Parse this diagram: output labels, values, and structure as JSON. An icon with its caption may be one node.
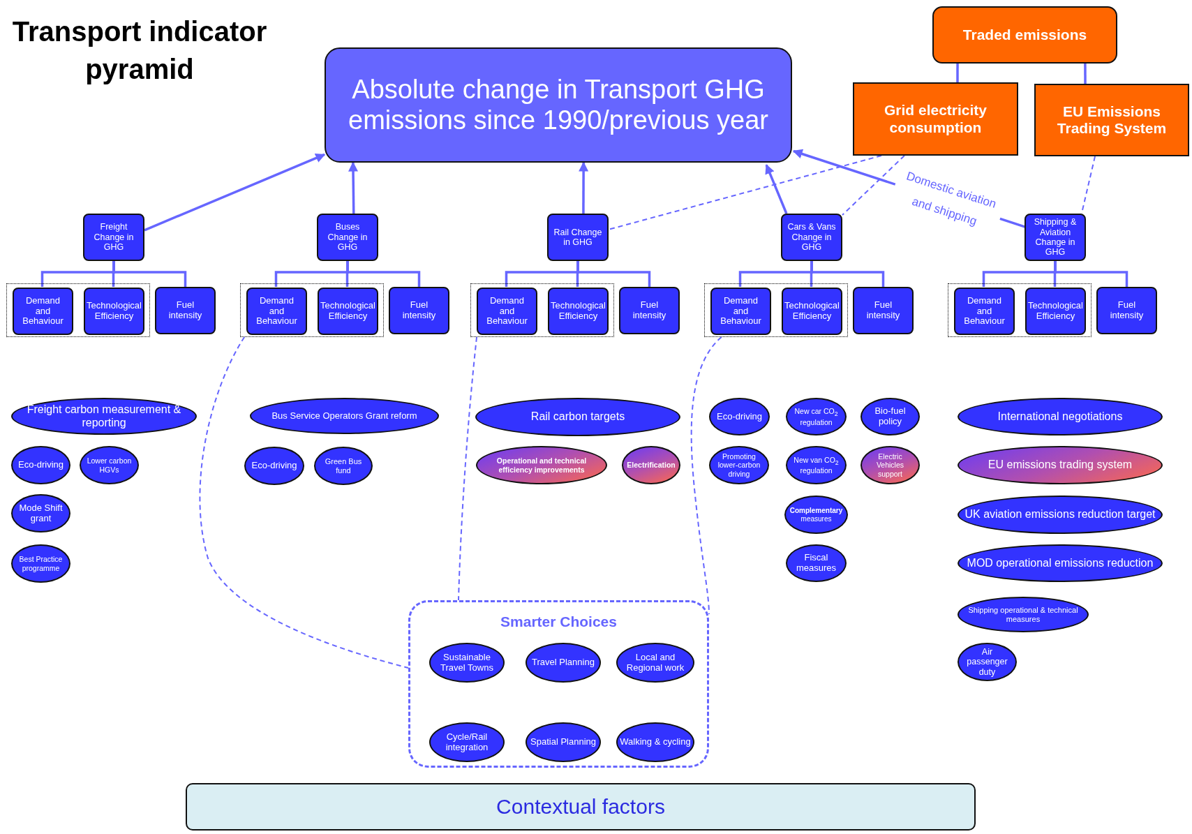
{
  "diagram": {
    "title": "Transport indicator pyramid",
    "nodes": [
      {
        "text": [
          "Absolute change in Transport GHG emissions since 1990/previous year"
        ]
      },
      {
        "text": [
          "Traded emissions"
        ]
      },
      {
        "text": [
          "Grid electricity consumption"
        ]
      },
      {
        "text": [
          "EU Emissions Trading System"
        ]
      },
      {
        "text": [
          "Freight Change in GHG"
        ]
      },
      {
        "text": [
          "Buses Change in GHG"
        ]
      },
      {
        "text": [
          "Rail Change in GHG"
        ]
      },
      {
        "text": [
          "Cars & Vans Change in GHG"
        ]
      },
      {
        "text": [
          "Shipping & Aviation Change in GHG"
        ]
      },
      {
        "text": [],
        "shape": "box"
      },
      {
        "text": [
          "Demand and Behaviour"
        ],
        "in": 9
      },
      {
        "text": [
          "Technological Efficiency"
        ],
        "in": 9
      },
      {
        "text": [
          "Fuel intensity"
        ]
      },
      {
        "text": [],
        "shape": "box"
      },
      {
        "text": [
          "Demand and Behaviour"
        ],
        "in": 13
      },
      {
        "text": [
          "Technological Efficiency"
        ],
        "in": 13
      },
      {
        "text": [
          "Fuel intensity"
        ]
      },
      {
        "text": [],
        "shape": "box"
      },
      {
        "text": [
          "Demand and Behaviour"
        ],
        "in": 17
      },
      {
        "text": [
          "Technological Efficiency"
        ],
        "in": 17
      },
      {
        "text": [
          "Fuel intensity"
        ]
      },
      {
        "text": [],
        "shape": "box"
      },
      {
        "text": [
          "Demand and Behaviour"
        ],
        "in": 21
      },
      {
        "text": [
          "Technological Efficiency"
        ],
        "in": 21
      },
      {
        "text": [
          "Fuel intensity"
        ]
      },
      {
        "text": [],
        "shape": "box"
      },
      {
        "text": [
          "Demand and Behaviour"
        ],
        "in": 25
      },
      {
        "text": [
          "Technological Efficiency"
        ],
        "in": 25
      },
      {
        "text": [
          "Fuel intensity"
        ]
      },
      {
        "text": [
          "Freight carbon measurement & reporting"
        ]
      },
      {
        "text": [
          "Eco-driving"
        ]
      },
      {
        "text": [
          "Lower carbon HGVs"
        ]
      },
      {
        "text": [
          "Mode Shift grant"
        ]
      },
      {
        "text": [
          "Best Practice programme"
        ]
      },
      {
        "text": [
          "Bus Service Operators Grant reform"
        ]
      },
      {
        "text": [
          "Eco-driving"
        ]
      },
      {
        "text": [
          "Green Bus fund"
        ]
      },
      {
        "text": [
          "Rail carbon targets"
        ]
      },
      {
        "text": [
          "Operational and technical efficiency improvements"
        ]
      },
      {
        "text": [
          "Electrification"
        ]
      },
      {
        "text": [
          "Eco-driving"
        ]
      },
      {
        "text": [
          "New car CO$_{2}$ regulation"
        ]
      },
      {
        "text": [
          "Bio-fuel policy"
        ]
      },
      {
        "text": [
          "Promoting lower-carbon driving"
        ]
      },
      {
        "text": [
          "New van CO$_{2}$ regulation"
        ]
      },
      {
        "text": [
          "Electric Vehicles support"
        ]
      },
      {
        "text": [
          "**Complementary** measures"
        ]
      },
      {
        "text": [
          "Fiscal measures"
        ]
      },
      {
        "text": [
          "International negotiations"
        ]
      },
      {
        "text": [
          "EU emissions trading system"
        ]
      },
      {
        "text": [
          "UK aviation emissions reduction target"
        ]
      },
      {
        "text": [
          "MOD operational emissions reduction"
        ]
      },
      {
        "text": [
          "Shipping operational & technical measures"
        ]
      },
      {
        "text": [
          "Air passenger duty"
        ]
      },
      {
        "text": [
          "Smarter Choices"
        ]
      },
      {
        "text": [
          "Sustainable Travel Towns"
        ],
        "in": 54
      },
      {
        "text": [
          "Travel Planning"
        ],
        "in": 54
      },
      {
        "text": [
          "Local and Regional work"
        ],
        "in": 54
      },
      {
        "text": [
          "Cycle/Rail integration"
        ],
        "in": 54
      },
      {
        "text": [
          "Spatial Planning"
        ],
        "in": 54
      },
      {
        "text": [
          "Walking & cycling"
        ],
        "in": 54
      },
      {
        "text": [
          "Contextual factors"
        ]
      }
    ],
    "edges": [
      {
        "from": 4,
        "to": 0,
        "arrow": "to"
      },
      {
        "from": 5,
        "to": 0,
        "arrow": "to"
      },
      {
        "from": 6,
        "to": 0,
        "arrow": "to"
      },
      {
        "from": 7,
        "to": 0,
        "arrow": "to"
      },
      {
        "from": 8,
        "to": 0,
        "arrow": "to",
        "label": "Domestic aviation and shipping"
      },
      {
        "from": 1,
        "to": 2,
        "arrow": "none"
      },
      {
        "from": 1,
        "to": 3,
        "arrow": "none"
      },
      {
        "from": 2,
        "to": 6,
        "arrow": "none",
        "style": "dashed"
      },
      {
        "from": 2,
        "to": 7,
        "arrow": "none",
        "style": "dashed"
      },
      {
        "from": 3,
        "to": 8,
        "arrow": "none",
        "style": "dashed"
      },
      {
        "from": 4,
        "to": 10,
        "arrow": "none"
      },
      {
        "from": 4,
        "to": 11,
        "arrow": "none"
      },
      {
        "from": 4,
        "to": 12,
        "arrow": "none"
      },
      {
        "from": 5,
        "to": 14,
        "arrow": "none"
      },
      {
        "from": 5,
        "to": 15,
        "arrow": "none"
      },
      {
        "from": 5,
        "to": 16,
        "arrow": "none"
      },
      {
        "from": 6,
        "to": 18,
        "arrow": "none"
      },
      {
        "from": 6,
        "to": 19,
        "arrow": "none"
      },
      {
        "from": 6,
        "to": 20,
        "arrow": "none"
      },
      {
        "from": 7,
        "to": 22,
        "arrow": "none"
      },
      {
        "from": 7,
        "to": 23,
        "arrow": "none"
      },
      {
        "from": 7,
        "to": 24,
        "arrow": "none"
      },
      {
        "from": 8,
        "to": 26,
        "arrow": "none"
      },
      {
        "from": 8,
        "to": 27,
        "arrow": "none"
      },
      {
        "from": 8,
        "to": 28,
        "arrow": "none"
      },
      {
        "from": 13,
        "to": 54,
        "arrow": "none",
        "style": "dashed"
      },
      {
        "from": 17,
        "to": 54,
        "arrow": "none",
        "style": "dashed"
      },
      {
        "from": 21,
        "to": 54,
        "arrow": "none",
        "style": "dashed"
      }
    ]
  }
}
